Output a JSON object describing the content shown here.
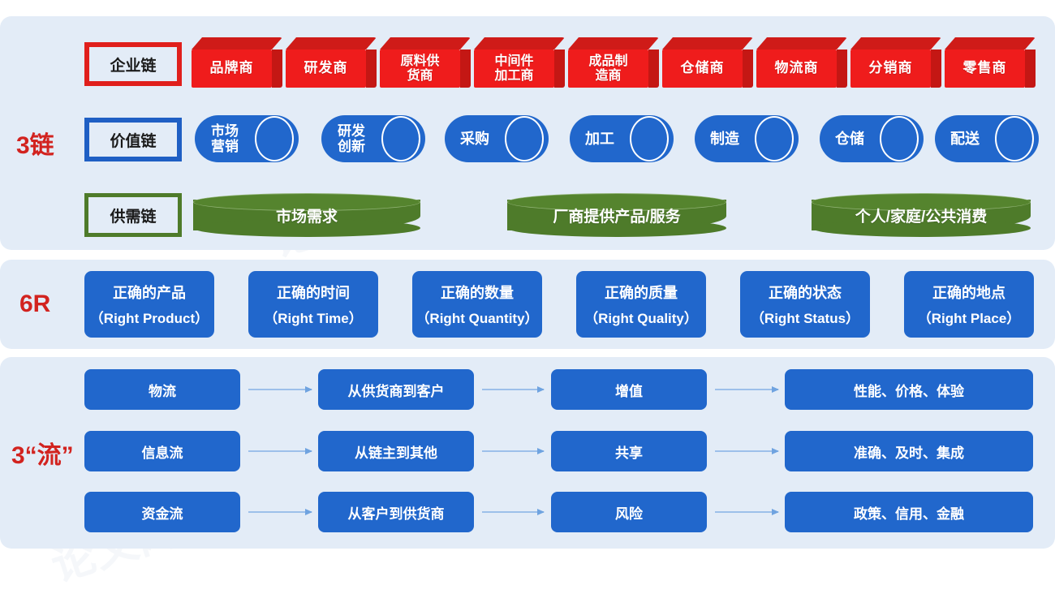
{
  "side_labels": {
    "chains": "3链",
    "six_r": "6R",
    "flows": "3“流”"
  },
  "colors": {
    "panel_bg": "#e3ecf7",
    "red": "#ef1c1c",
    "red_dark": "#cf1b18",
    "blue": "#2167cc",
    "green": "#4e7b2a",
    "label_red": "#d2231f",
    "arrow": "#9dc0ea"
  },
  "chains_panel": {
    "enterprise_chain": {
      "tag": "企业链",
      "nodes": [
        {
          "label": "品牌商",
          "lines": [
            "品牌商"
          ]
        },
        {
          "label": "研发商",
          "lines": [
            "研发商"
          ]
        },
        {
          "label": "原料供货商",
          "lines": [
            "原料供",
            "货商"
          ]
        },
        {
          "label": "中间件加工商",
          "lines": [
            "中间件",
            "加工商"
          ]
        },
        {
          "label": "成品制造商",
          "lines": [
            "成品制",
            "造商"
          ]
        },
        {
          "label": "仓储商",
          "lines": [
            "仓储商"
          ]
        },
        {
          "label": "物流商",
          "lines": [
            "物流商"
          ]
        },
        {
          "label": "分销商",
          "lines": [
            "分销商"
          ]
        },
        {
          "label": "零售商",
          "lines": [
            "零售商"
          ]
        }
      ]
    },
    "value_chain": {
      "tag": "价值链",
      "nodes": [
        {
          "label": "市场营销",
          "lines": [
            "市场",
            "营销"
          ]
        },
        {
          "label": "研发创新",
          "lines": [
            "研发",
            "创新"
          ]
        },
        {
          "label": "采购",
          "lines": [
            "采购"
          ]
        },
        {
          "label": "加工",
          "lines": [
            "加工"
          ]
        },
        {
          "label": "制造",
          "lines": [
            "制造"
          ]
        },
        {
          "label": "仓储",
          "lines": [
            "仓储"
          ]
        },
        {
          "label": "配送",
          "lines": [
            "配送"
          ]
        }
      ]
    },
    "supply_demand_chain": {
      "tag": "供需链",
      "nodes": [
        {
          "label": "市场需求"
        },
        {
          "label": "厂商提供产品/服务"
        },
        {
          "label": "个人/家庭/公共消费"
        }
      ]
    }
  },
  "six_r_panel": {
    "items": [
      {
        "cn": "正确的产品",
        "en": "（Right Product）"
      },
      {
        "cn": "正确的时间",
        "en": "（Right Time）"
      },
      {
        "cn": "正确的数量",
        "en": "（Right Quantity）"
      },
      {
        "cn": "正确的质量",
        "en": "（Right Quality）"
      },
      {
        "cn": "正确的状态",
        "en": "（Right Status）"
      },
      {
        "cn": "正确的地点",
        "en": "（Right Place）"
      }
    ]
  },
  "flows_panel": {
    "rows": [
      {
        "name": "物流",
        "direction": "从供货商到客户",
        "effect": "增值",
        "attributes": "性能、价格、体验"
      },
      {
        "name": "信息流",
        "direction": "从链主到其他",
        "effect": "共享",
        "attributes": "准确、及时、集成"
      },
      {
        "name": "资金流",
        "direction": "从客户到供货商",
        "effect": "风险",
        "attributes": "政策、信用、金融"
      }
    ]
  }
}
